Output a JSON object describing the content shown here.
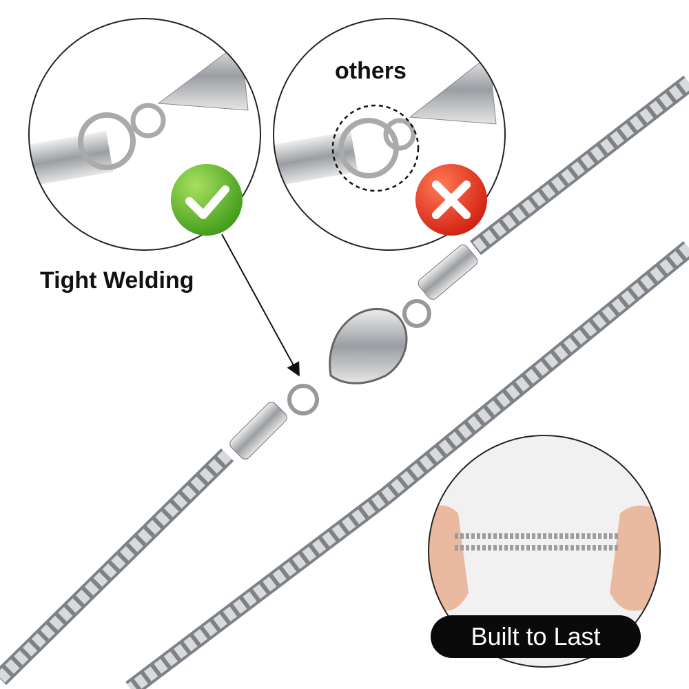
{
  "labels": {
    "others": "others",
    "tight_welding": "Tight Welding",
    "built_to_last": "Built to Last"
  },
  "colors": {
    "check_green": "#5cb82a",
    "cross_red": "#e5331f",
    "chain_silver": "#b9bcc0",
    "pill_black": "#0a0a0a"
  }
}
